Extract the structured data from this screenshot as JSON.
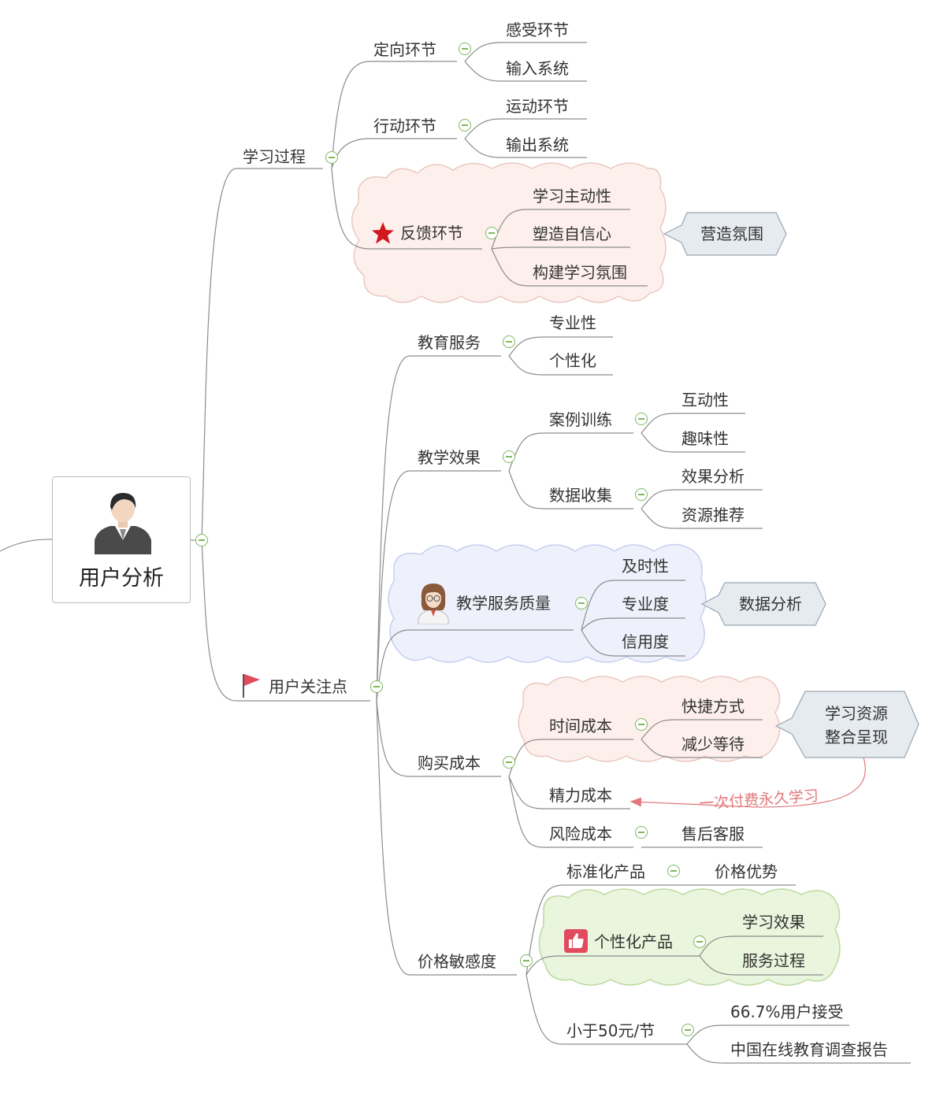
{
  "root": {
    "title": "用户分析"
  },
  "learning": {
    "label": "学习过程",
    "orientation": {
      "label": "定向环节",
      "children": [
        "感受环节",
        "输入系统"
      ]
    },
    "action": {
      "label": "行动环节",
      "children": [
        "运动环节",
        "输出系统"
      ]
    },
    "feedback": {
      "label": "反馈环节",
      "children": [
        "学习主动性",
        "塑造自信心",
        "构建学习氛围"
      ],
      "summary": "营造氛围"
    }
  },
  "concerns": {
    "label": "用户关注点",
    "edu_service": {
      "label": "教育服务",
      "children": [
        "专业性",
        "个性化"
      ]
    },
    "teaching_effect": {
      "label": "教学效果",
      "case_training": {
        "label": "案例训练",
        "children": [
          "互动性",
          "趣味性"
        ]
      },
      "data_collection": {
        "label": "数据收集",
        "children": [
          "效果分析",
          "资源推荐"
        ]
      }
    },
    "service_quality": {
      "label": "教学服务质量",
      "children": [
        "及时性",
        "专业度",
        "信用度"
      ],
      "summary": "数据分析"
    },
    "purchase_cost": {
      "label": "购买成本",
      "time_cost": {
        "label": "时间成本",
        "children": [
          "快捷方式",
          "减少等待"
        ]
      },
      "effort_cost": {
        "label": "精力成本"
      },
      "risk_cost": {
        "label": "风险成本",
        "children": [
          "售后客服"
        ]
      },
      "summary_line1": "学习资源",
      "summary_line2": "整合呈现",
      "relation_label": "一次付费永久学习"
    },
    "price_sensitivity": {
      "label": "价格敏感度",
      "standard": {
        "label": "标准化产品",
        "children": [
          "价格优势"
        ]
      },
      "personal": {
        "label": "个性化产品",
        "children": [
          "学习效果",
          "服务过程"
        ]
      },
      "under50": {
        "label": "小于50元/节",
        "children": [
          "66.7%用户接受",
          "中国在线教育调查报告"
        ]
      }
    }
  },
  "colors": {
    "line": "#8c8c8c",
    "cloud_pink_fill": "#fdf0ec",
    "cloud_pink_stroke": "#e9c8c0",
    "cloud_blue_fill": "#eef1fb",
    "cloud_blue_stroke": "#c5cff0",
    "cloud_green_fill": "#e9f5dc",
    "cloud_green_stroke": "#bcd9a0",
    "callout_fill": "#e6ebf0",
    "callout_stroke": "#9aa6b0",
    "relation": "#e2787a",
    "collapse": "#7fb861",
    "star": "#d0181e",
    "flag": "#e24b5e",
    "thumb": "#e24b5e"
  },
  "icons": [
    "person-avatar-icon",
    "star-icon",
    "flag-icon",
    "woman-avatar-icon",
    "thumbs-up-icon",
    "collapse-icon"
  ]
}
